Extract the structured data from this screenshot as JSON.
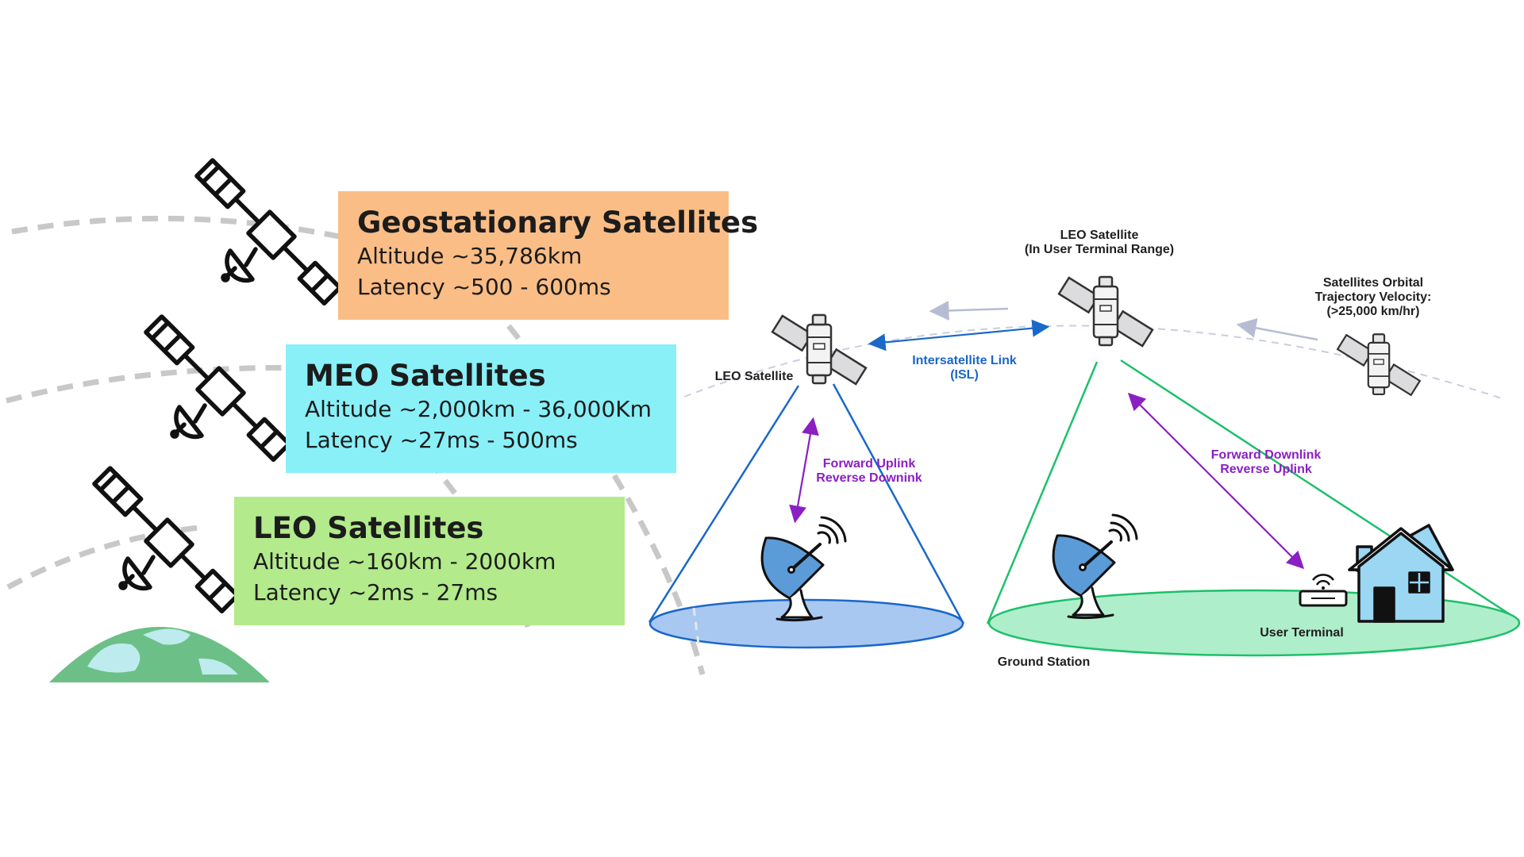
{
  "orbits": [
    {
      "title": "Geostationary Satellites",
      "altitude": "Altitude ~35,786km",
      "latency": "Latency ~500 - 600ms",
      "color": "#fbbd86"
    },
    {
      "title": "MEO Satellites",
      "altitude": "Altitude ~2,000km - 36,000Km",
      "latency": "Latency ~27ms - 500ms",
      "color": "#89f0f8"
    },
    {
      "title": "LEO Satellites",
      "altitude": "Altitude ~160km - 2000km",
      "latency": "Latency ~2ms - 27ms",
      "color": "#b3ea8c"
    }
  ],
  "network": {
    "leo_satellite": "LEO Satellite",
    "leo_in_range": [
      "LEO Satellite",
      "(In User Terminal Range)"
    ],
    "isl": [
      "Intersatellite Link",
      "(ISL)"
    ],
    "orbital_velocity": [
      "Satellites Orbital",
      "Trajectory Velocity:",
      "(>25,000 km/hr)"
    ],
    "uplink": [
      "Forward Uplink",
      "Reverse Downink"
    ],
    "downlink": [
      "Forward Downlink",
      "Reverse Uplink"
    ],
    "ground_station": "Ground Station",
    "user_terminal": "User Terminal"
  },
  "colors": {
    "beam_blue": "#1a68c8",
    "beam_green": "#1dc06a",
    "link_purple": "#8a1fc2",
    "earth": "#6cbf86"
  }
}
